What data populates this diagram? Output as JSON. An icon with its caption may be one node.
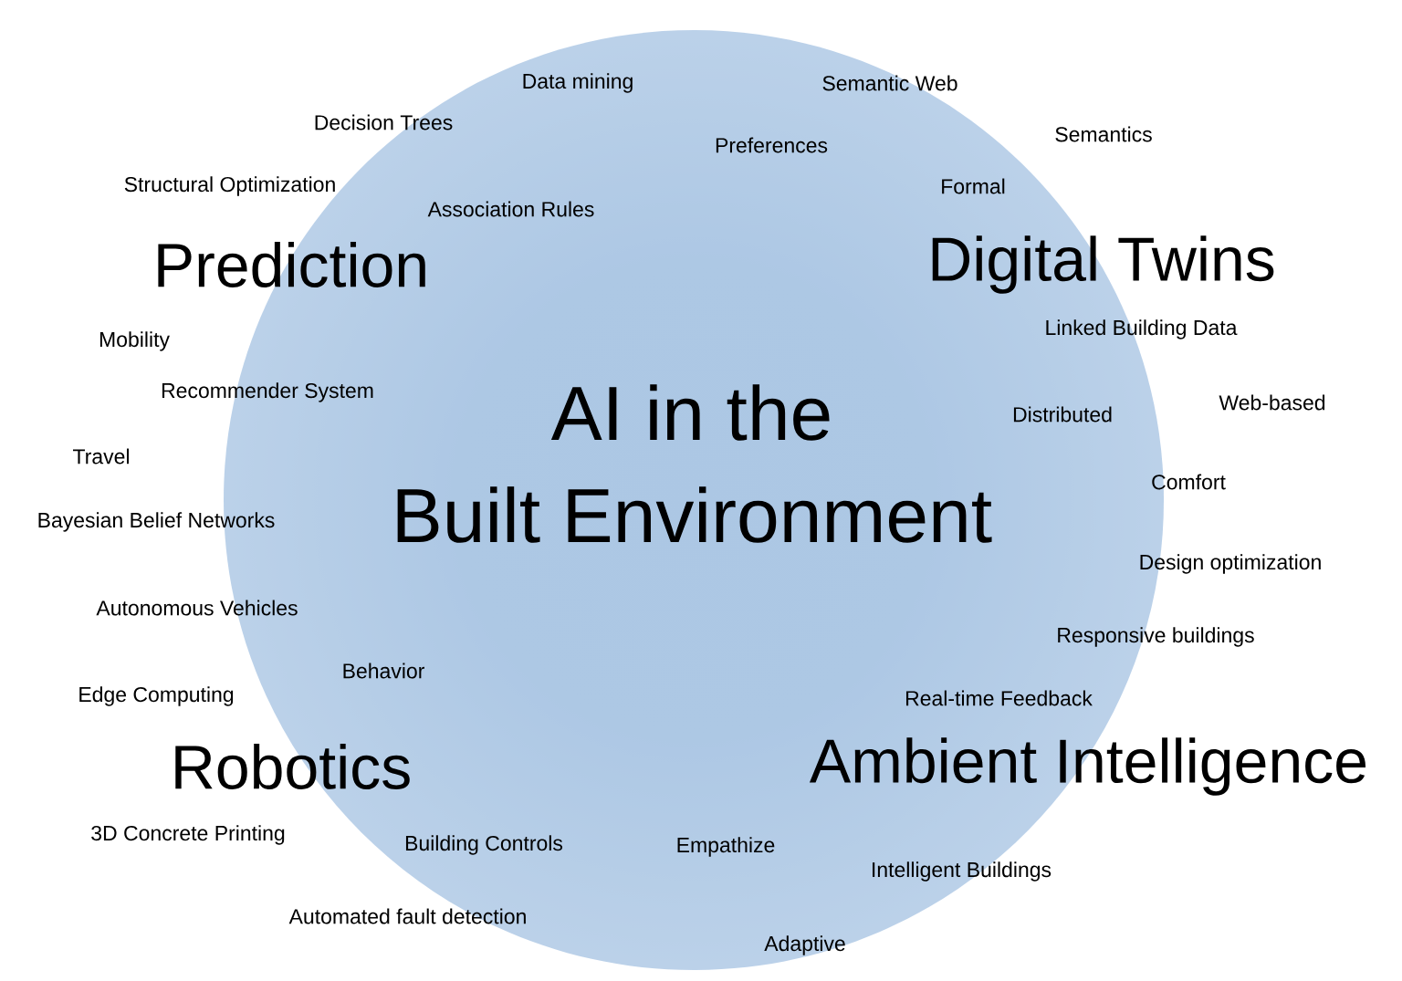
{
  "diagram": {
    "title": "AI in the Built Environment",
    "labels": [
      "Data mining",
      "Semantic Web",
      "Decision Trees",
      "Preferences",
      "Semantics",
      "Structural Optimization",
      "Formal",
      "Association Rules",
      "Prediction",
      "Digital Twins",
      "Mobility",
      "Linked Building Data",
      "Recommender System",
      "Distributed",
      "Web-based",
      "Travel",
      "Comfort",
      "Bayesian Belief Networks",
      "Design optimization",
      "Autonomous Vehicles",
      "Responsive buildings",
      "Behavior",
      "Edge Computing",
      "Real-time Feedback",
      "Robotics",
      "Ambient Intelligence",
      "3D Concrete Printing",
      "Building Controls",
      "Empathize",
      "Intelligent Buildings",
      "Automated fault detection",
      "Adaptive"
    ]
  }
}
